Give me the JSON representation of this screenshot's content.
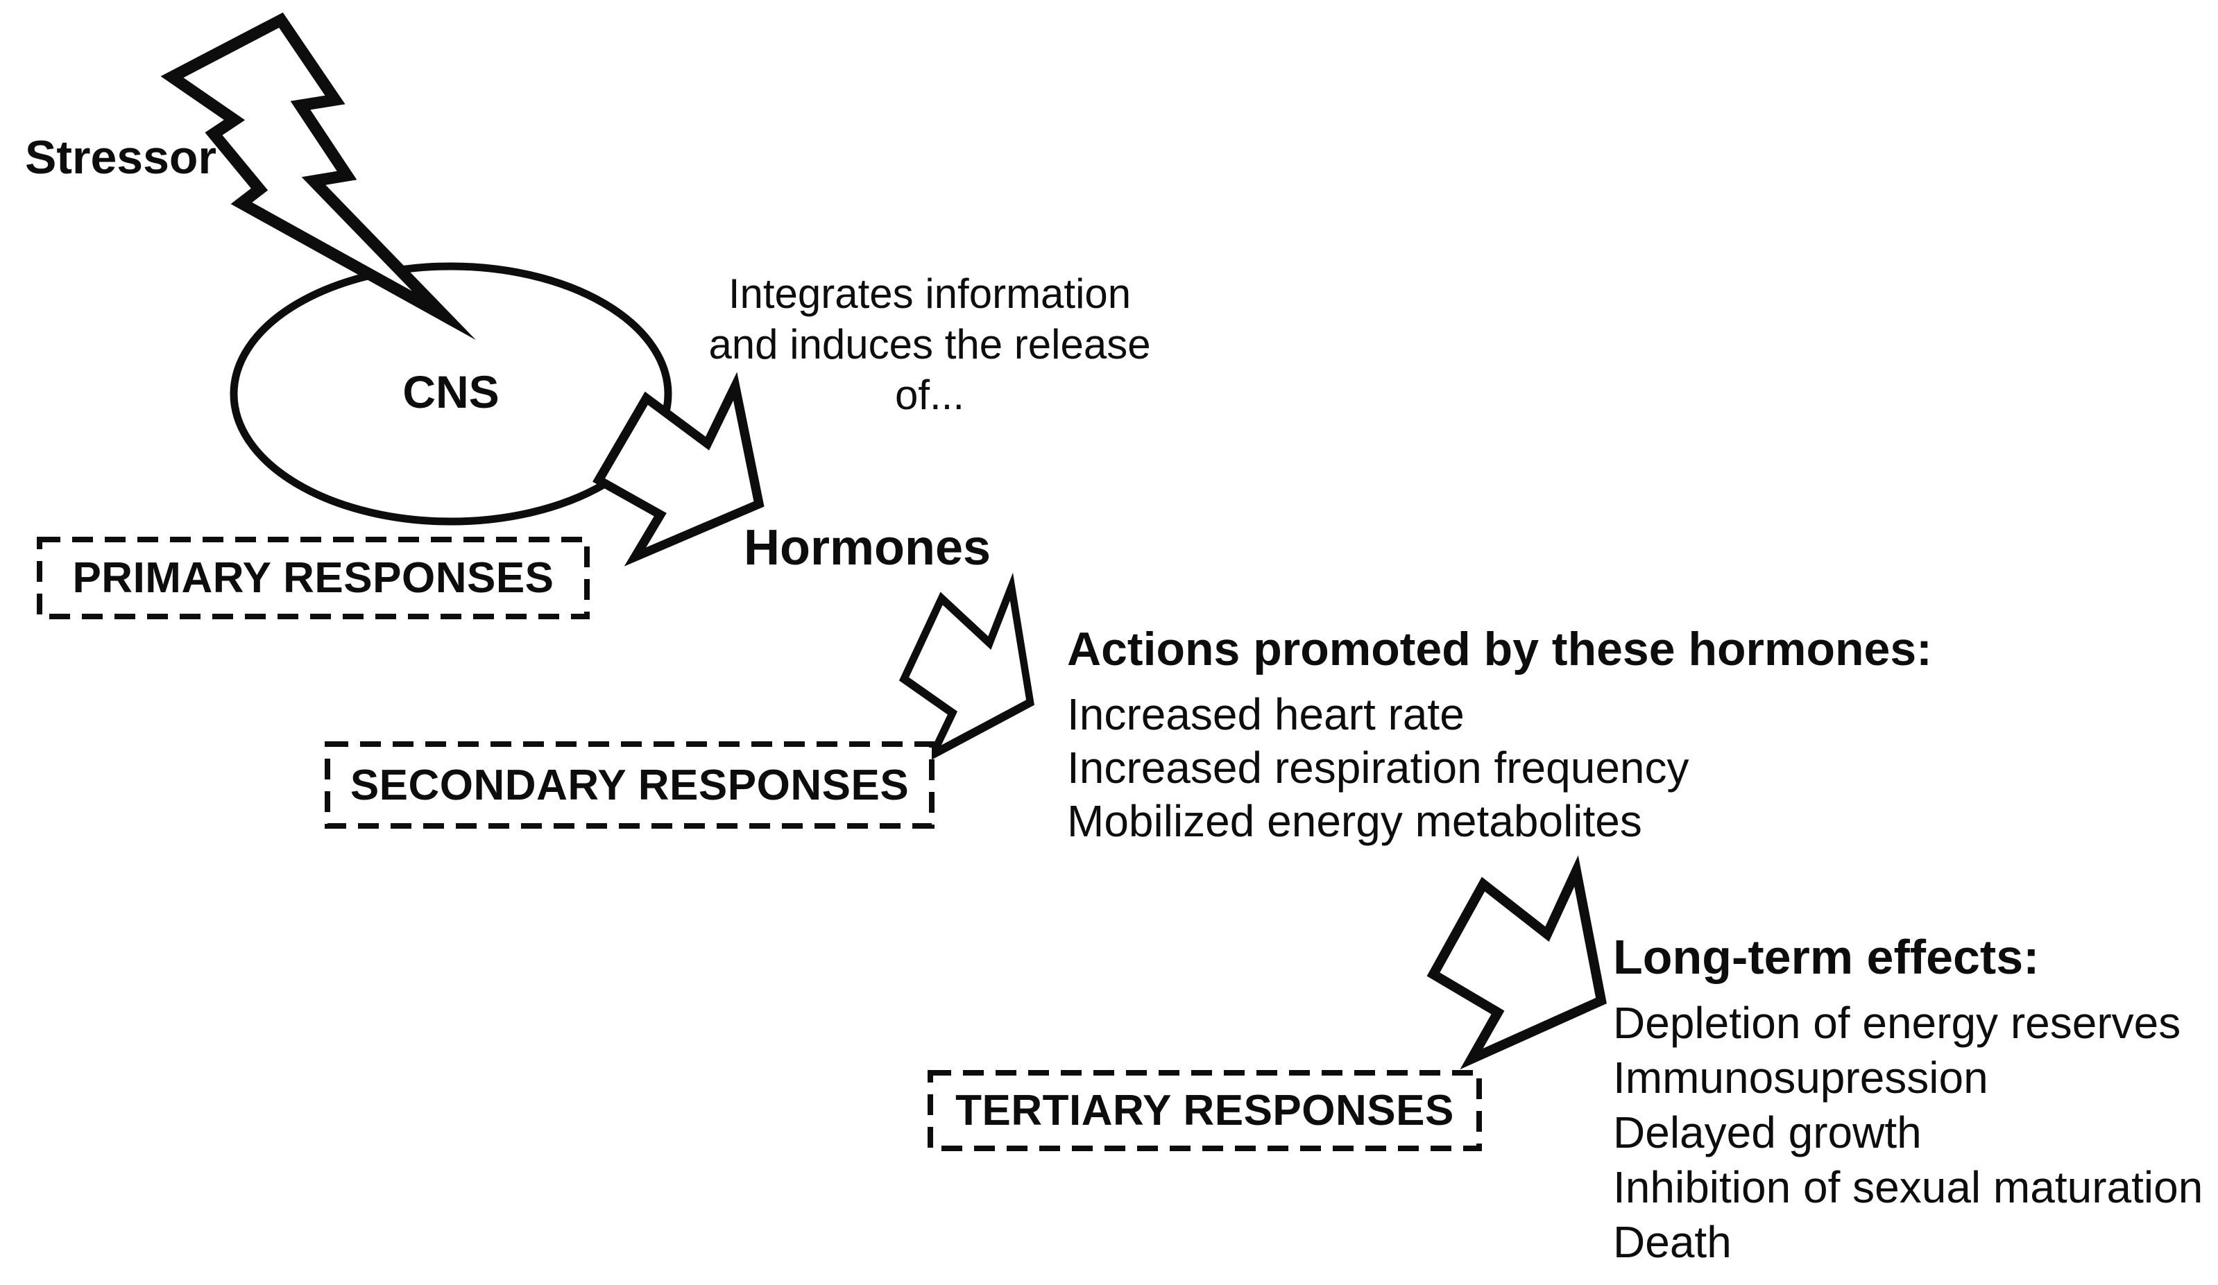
{
  "figure": {
    "title_hint": "Stress response cascade diagram",
    "stressor_label": "Stressor",
    "cns_label": "CNS",
    "cns_caption_lines": {
      "0": "Integrates information",
      "1": "and induces the release",
      "2": "of..."
    },
    "hormones_label": "Hormones",
    "levels": [
      {
        "box_label": "PRIMARY RESPONSES"
      },
      {
        "box_label": "SECONDARY RESPONSES",
        "heading": "Actions promoted by these hormones:",
        "items": [
          "Increased heart rate",
          "Increased respiration frequency",
          "Mobilized energy metabolites"
        ]
      },
      {
        "box_label": "TERTIARY RESPONSES",
        "heading": "Long-term effects:",
        "items": [
          "Depletion of energy reserves",
          "Immunosupression",
          "Delayed growth",
          "Inhibition of sexual maturation",
          "Death"
        ]
      }
    ],
    "colors": {
      "ink": "#0d0d0d",
      "background": "#ffffff"
    }
  }
}
